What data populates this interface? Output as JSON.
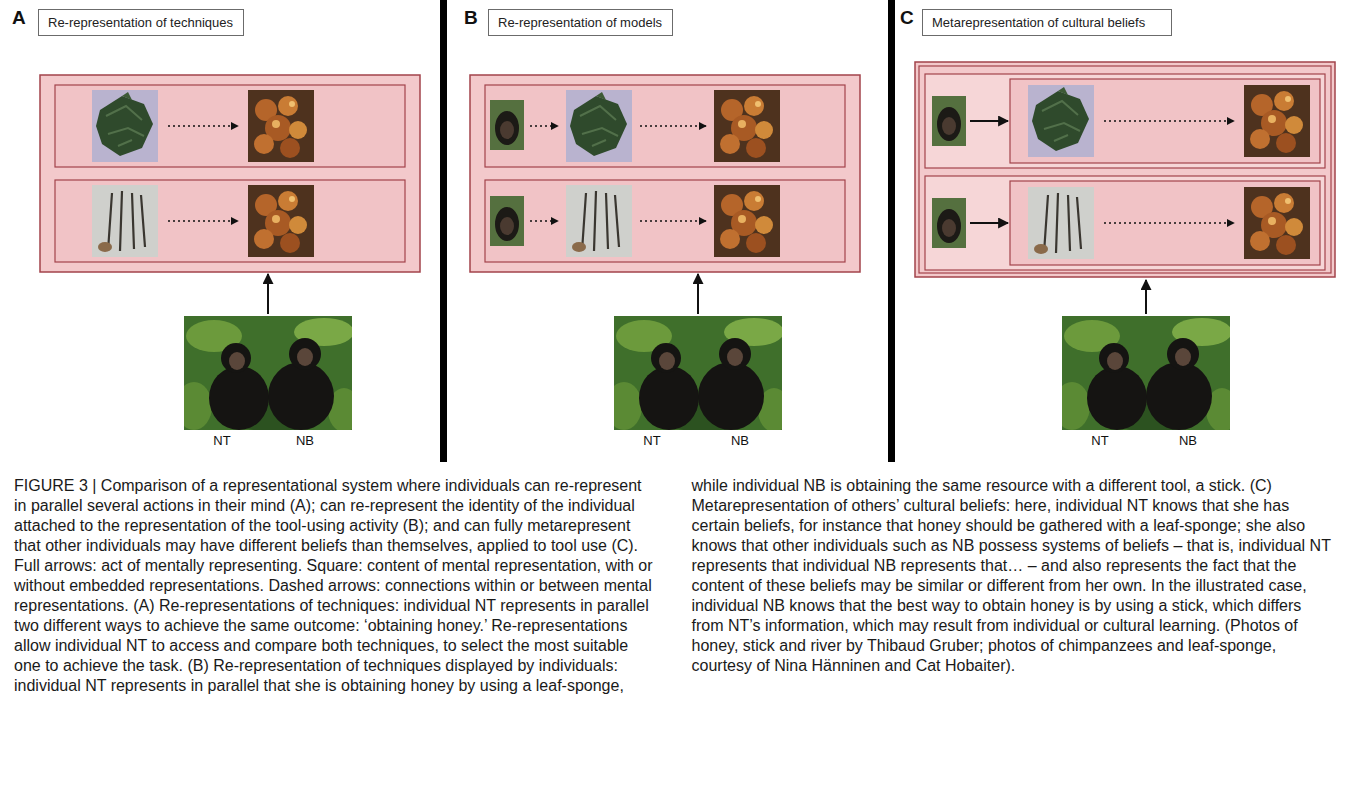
{
  "diagram": {
    "caption": "FIGURE 3 | Comparison of a representational system where individuals can re-represent in parallel several actions in their mind (A); can re-represent the identity of the individual attached to the representation of the tool-using activity (B); and can fully metarepresent that other individuals may have different beliefs than themselves, applied to tool use (C). Full arrows: act of mentally representing. Square: content of mental representation, with or without embedded representations. Dashed arrows: connections within or between mental representations. (A) Re-representations of techniques: individual NT represents in parallel two different ways to achieve the same outcome: ‘obtaining honey.’ Re-representations allow individual NT to access and compare both techniques, to select the most suitable one to achieve the task. (B) Re-representation of techniques displayed by individuals: individual NT represents in parallel that she is obtaining honey by using a leaf-sponge, while individual NB is obtaining the same resource with a different tool, a stick. (C) Metarepresentation of others’ cultural beliefs: here, individual NT knows that she has certain beliefs, for instance that honey should be gathered with a leaf-sponge; she also knows that other individuals such as NB possess systems of beliefs – that is, individual NT represents that individual NB represents that… – and also represents the fact that the content of these beliefs may be similar or different from her own. In the illustrated case, individual NB knows that the best way to obtain honey is by using a stick, which differs from NT’s information, which may result from individual or cultural learning. (Photos of honey, stick and river by Thibaud Gruber; photos of chimpanzees and leaf-sponge, courtesy of Nina Hänninen and Cat Hobaiter).",
    "nodes": [
      {
        "text": [
          "Re-representation of techniques"
        ]
      },
      {
        "text": [
          "Re-representation of models"
        ]
      },
      {
        "text": [
          "Metarepresentation of cultural beliefs"
        ]
      }
    ],
    "labels": [
      "A",
      "B",
      "C",
      "NT",
      "NB",
      "NT",
      "NB",
      "NT",
      "NB"
    ]
  }
}
